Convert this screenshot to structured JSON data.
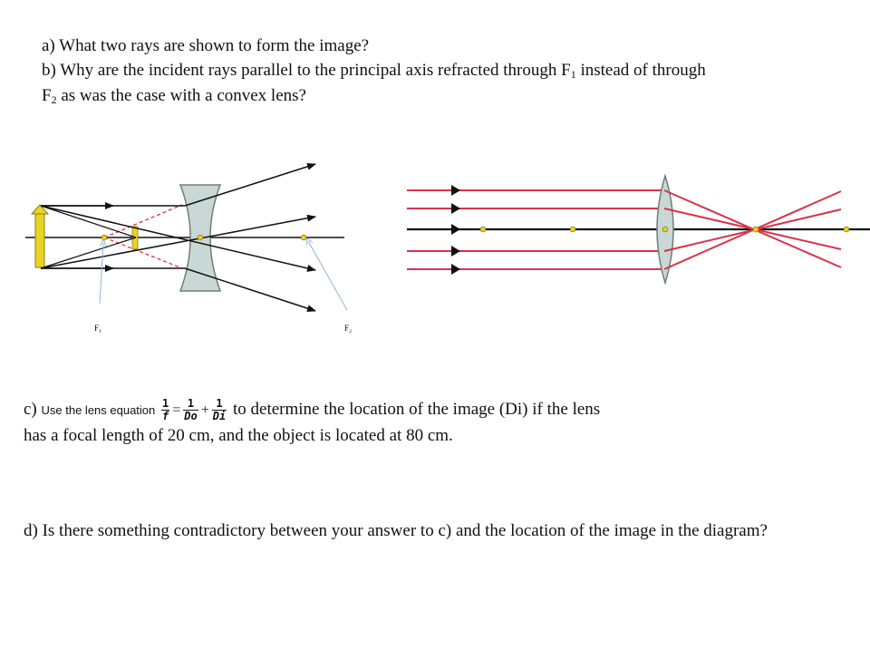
{
  "questions": {
    "a": "a) What two rays are shown to form the image?",
    "b_part1": "b) Why are the incident rays parallel to the principal axis refracted through F",
    "b_sub1": "1",
    "b_part2": " instead of through",
    "b_line2_start": "F",
    "b_sub2": "2",
    "b_part3": " as was the case with a convex lens?",
    "c_prefix": "c)",
    "c_small": "Use the lens equation",
    "c_eq": {
      "f_num": "1",
      "f_den": "f",
      "eq": "=",
      "do_num": "1",
      "do_den": "Do",
      "plus": "+",
      "di_num": "1",
      "di_den": "Di"
    },
    "c_suffix": " to determine the location of the image (Di) if the lens",
    "c_line2": "has a focal length of 20 cm, and the object is located at 80 cm.",
    "d": "d) Is there something contradictory between your answer to c) and the location of the image in the diagram?"
  },
  "diagram_labels": {
    "f1": "F₁",
    "f2": "F₂"
  },
  "colors": {
    "ray_red": "#d8334a",
    "lens_fill": "#c9d8d6",
    "lens_stroke": "#6f7c7a",
    "object_yellow": "#e8d424",
    "dashed_red": "#e03030",
    "pointer_blue": "#8fb4d8",
    "focal_dot": "#f2d020"
  }
}
